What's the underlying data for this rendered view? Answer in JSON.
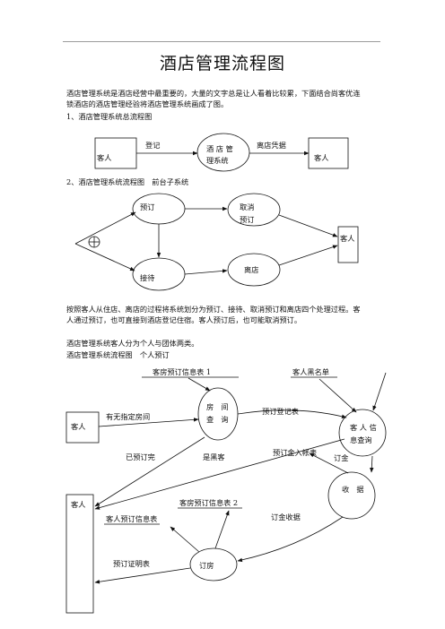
{
  "title": "酒店管理流程图",
  "intro_line1": "酒店管理系统是酒店经营中最重要的，大量的文字总是让人看着比较累，下面结合尚客优连",
  "intro_line2": "锁酒店的酒店管理经验将酒店管理系统画成了图。",
  "section1_heading": "1、酒店管理系统总流程图",
  "d1": {
    "customer_left": "客人",
    "edge_checkin": "登记",
    "process_line1": "酒 店 管",
    "process_line2": "理系统",
    "edge_receipt": "离店凭据",
    "customer_right": "客人"
  },
  "section2_heading": "2、酒店管理系统流程图　前台子系统",
  "d2": {
    "reserve": "预订",
    "cancel_line1": "取消",
    "cancel_line2": "预订",
    "reception": "接待",
    "checkout": "离店",
    "customer": "客人",
    "xor_symbol": "⊕"
  },
  "para2_line1": "按照客人从住店、离店的过程将系统划分为预订、接待、取消预订和离店四个处理过程。客",
  "para2_line2": "人通过预订，也可直接到酒店登记住宿。客人预订后，也可能取消预订。",
  "para3": "酒店管理系统客人分为个人与团体两类。",
  "section3_heading": "酒店管理系统流程图　个人预订",
  "d3": {
    "store_room_info1": "客房预订信息表 1",
    "store_blacklist": "客人黑名单",
    "customer_top": "客人",
    "room_query_line1": "房　间",
    "room_query_line2": "查　询",
    "edge_has_room": "有无指定房间",
    "edge_reg_form": "预订登记表",
    "guest_query_line1": "客 人 信",
    "guest_query_line2": "息查询",
    "edge_booked_full": "已预订完",
    "edge_is_blacklisted": "是黑客",
    "edge_deposit_info": "预订金入帐表",
    "edge_deposit": "订金",
    "collect": "收　据",
    "customer_bottom": "客人",
    "store_room_info2": "客房预订信息表 2",
    "store_guest_info": "客人预订信息表",
    "edge_deposit_receipt": "订金收据",
    "edge_voucher": "预订证明表",
    "book": "订房"
  }
}
